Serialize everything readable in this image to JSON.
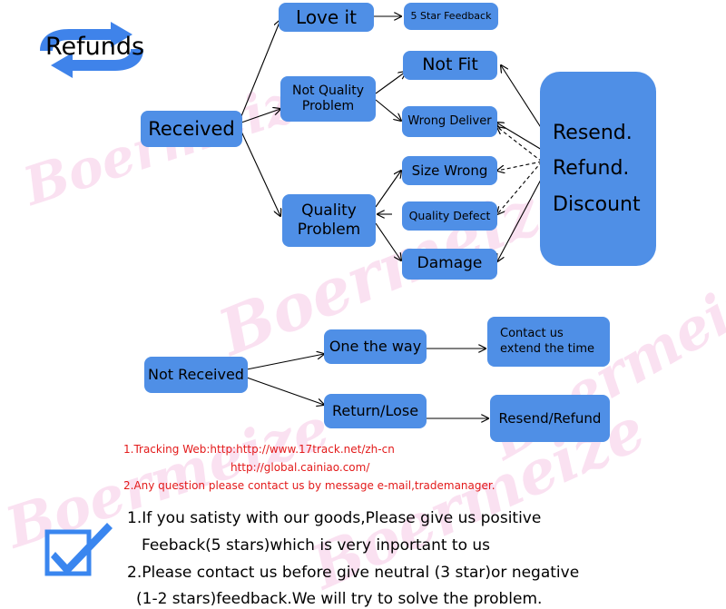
{
  "title": "Refunds",
  "watermark": "Boermeize",
  "colors": {
    "node": "#4f8fe6",
    "note": "#e31a1a",
    "check": "#3a86ef",
    "watermark": "#f7c9e6"
  },
  "nodes": {
    "received": "Received",
    "love_it": "Love it",
    "five_star": "5 Star Feedback",
    "not_quality_1": "Not Quality",
    "not_quality_2": "Problem",
    "quality_1": "Quality",
    "quality_2": "Problem",
    "not_fit": "Not Fit",
    "wrong_deliver": "Wrong Deliver",
    "size_wrong": "Size Wrong",
    "quality_defect": "Quality Defect",
    "damage": "Damage",
    "resolution": [
      "Resend.",
      "Refund.",
      "Discount"
    ],
    "not_received": "Not Received",
    "one_the_way": "One the way",
    "contact_1": "Contact us",
    "contact_2": "extend the time",
    "return_lose": "Return/Lose",
    "resend_refund": "Resend/Refund"
  },
  "notes": {
    "line1": "1.Tracking Web:http:http://www.17track.net/zh-cn",
    "line2": "http://global.cainiao.com/",
    "line3": "2.Any question please contact us by message e-mail,trademanager."
  },
  "bottom": {
    "line1": "1.If you satisty with our goods,Please give us positive",
    "line2": "Feeback(5 stars)which is very inportant to us",
    "line3": "2.Please contact us before give neutral (3 star)or negative",
    "line4": "(1-2 stars)feedback.We will try to solve the problem."
  },
  "icons": {
    "refund": "refund-cycle-icon",
    "check": "checkbox-check-icon"
  }
}
